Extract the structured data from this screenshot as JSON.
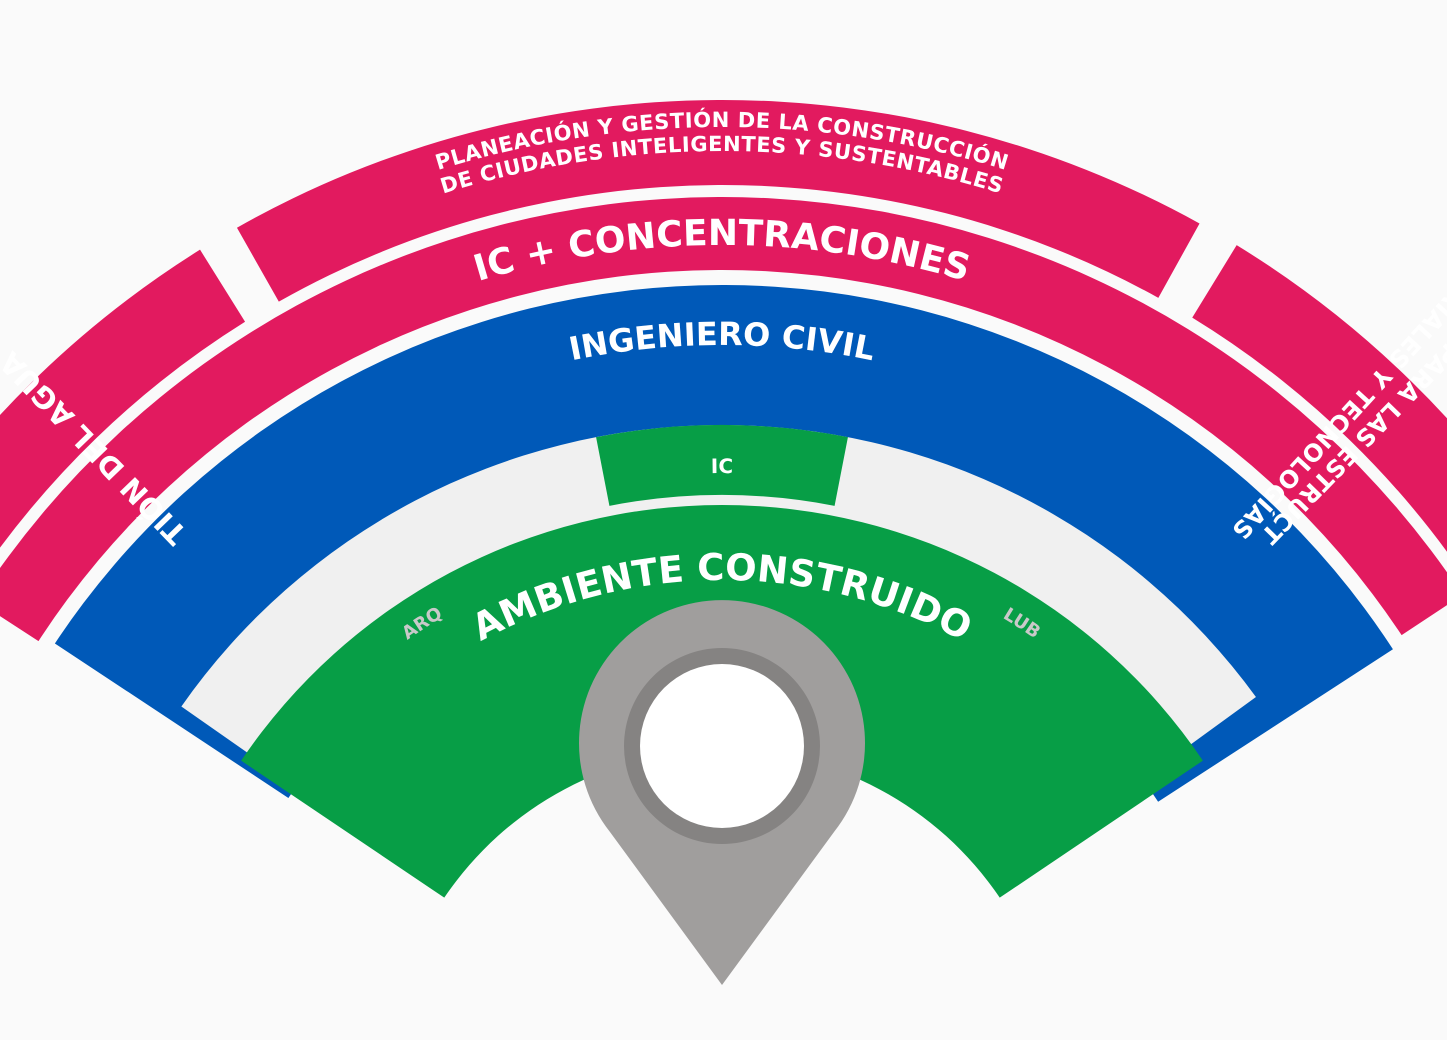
{
  "colors": {
    "background": "#fafafa",
    "magenta": "#e21a5f",
    "blue": "#0059b8",
    "green": "#079e46",
    "light_gray": "#f0f0f0",
    "pin_gray": "#a09e9d",
    "pin_ring": "#858382",
    "light_text": "#c9c9c9",
    "white": "#ffffff"
  },
  "outer_ring": {
    "left_label": "GESTIÓN DEL AGUA Y ENERGÍA",
    "top_line1": "PLANEACIÓN Y GESTIÓN DE LA CONSTRUCCIÓN",
    "top_line2": "DE CIUDADES INTELIGENTES Y SUSTENTABLES",
    "right_line1": "MATERIALES Y TECNOLOGÍAS",
    "right_line2": "AVANZADAS PARA LAS ESTRUCTURAS"
  },
  "ring2": {
    "label": "IC + CONCENTRACIONES"
  },
  "ring3": {
    "label": "INGENIERO CIVIL"
  },
  "ring4": {
    "left_label": "ARQ",
    "center_label": "IC",
    "right_label": "LUB"
  },
  "ring5": {
    "label": "AMBIENTE CONSTRUIDO"
  },
  "pin": {
    "icon": "location-pin-icon"
  }
}
